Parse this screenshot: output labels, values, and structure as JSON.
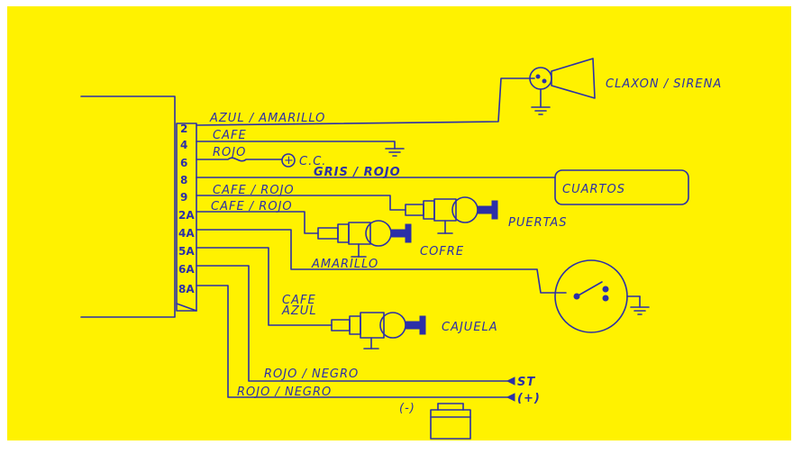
{
  "colors": {
    "paper": "#fff200",
    "ink": "#2b2fa8",
    "frame": "#ffffff"
  },
  "connector_pins": [
    "2",
    "4",
    "6",
    "8",
    "9",
    "2A",
    "4A",
    "5A",
    "6A",
    "8A"
  ],
  "wire_labels": {
    "pin2": "AZUL / AMARILLO",
    "pin4": "CAFE",
    "pin6": "ROJO",
    "pin8": "GRIS / ROJO",
    "pin9": "CAFE / ROJO",
    "pin2a": "CAFE / ROJO",
    "amarillo": "AMARILLO",
    "cajuela_cafe": "CAFE",
    "cajuela_azul": "AZUL",
    "st_wire": "ROJO / NEGRO",
    "plus_wire": "ROJO / NEGRO"
  },
  "components": {
    "siren": "CLAXON / SIRENA",
    "cc": "C.C.",
    "cuartos": "CUARTOS",
    "puertas": "PUERTAS",
    "cofre": "COFRE",
    "cajuela": "CAJUELA",
    "st": "ST",
    "plus": "(+)",
    "minus": "(-)",
    "plus_sign": "+"
  }
}
